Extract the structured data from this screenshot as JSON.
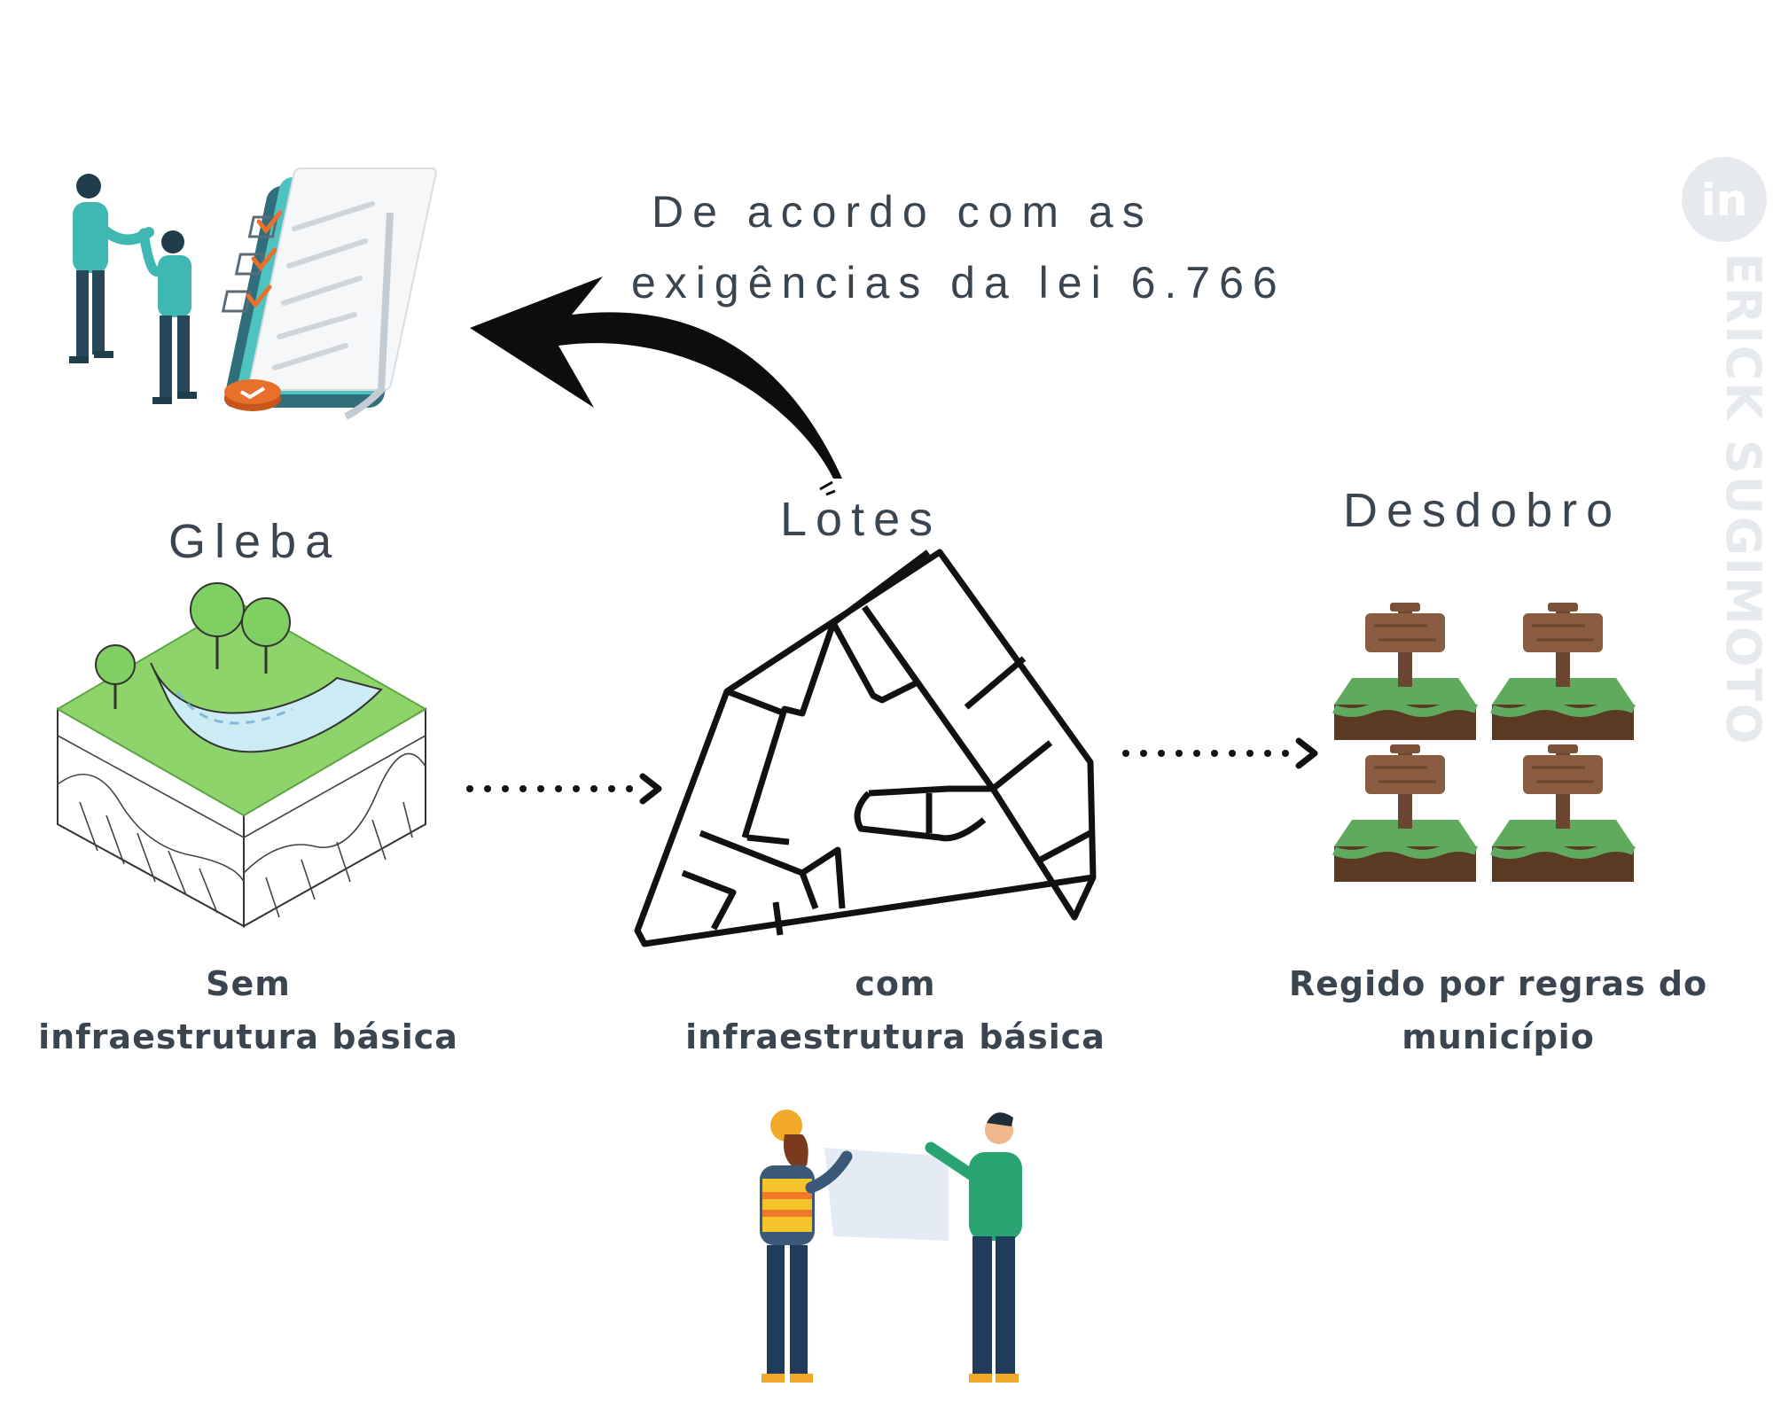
{
  "quote": {
    "line1": "De acordo com as",
    "line2": "exigências da lei 6.766"
  },
  "nodes": {
    "gleba": {
      "title": "Gleba",
      "caption_line1": "Sem",
      "caption_line2": "infraestrutura  básica"
    },
    "lotes": {
      "title": "Lotes",
      "caption_line1": "com",
      "caption_line2": "infraestrutura  básica"
    },
    "desdobro": {
      "title": "Desdobro",
      "caption_line1": "Regido por  regras do",
      "caption_line2": "município"
    }
  },
  "watermark": {
    "text": "ERICK SUGIMOTO",
    "logo": "in"
  },
  "colors": {
    "text": "#3a4550",
    "teal": "#3fb8b3",
    "orange": "#e8702a",
    "grass": "#8fd46a",
    "water": "#cdebf5",
    "soil": "#5a3a22",
    "sign": "#8a5c40"
  }
}
